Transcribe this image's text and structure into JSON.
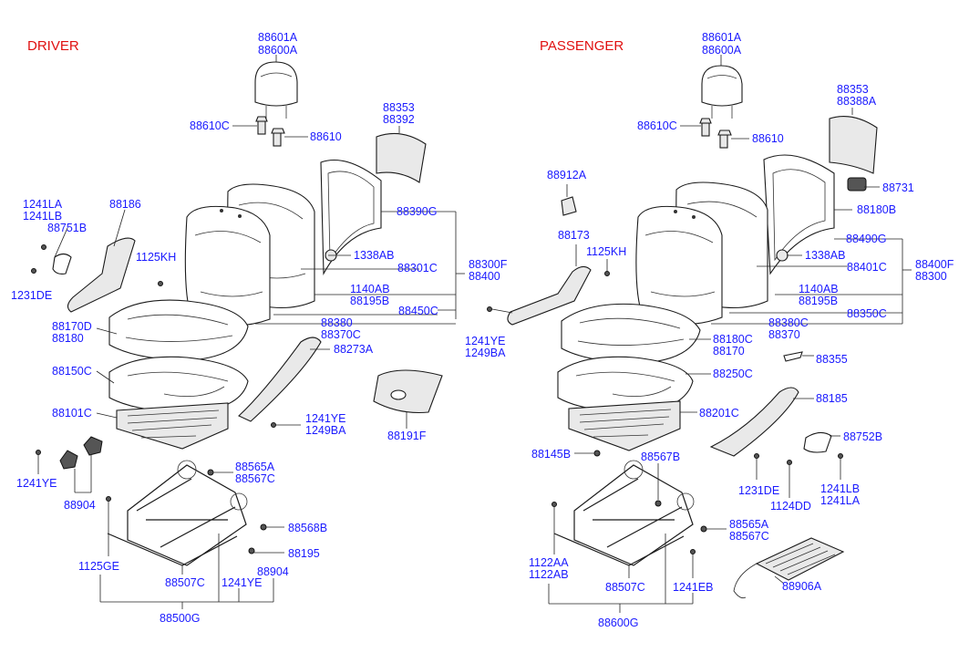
{
  "sections": {
    "driver": "DRIVER",
    "passenger": "PASSENGER"
  },
  "driver_labels": {
    "headrest_a": "88601A",
    "headrest_b": "88600A",
    "guide_c": "88610C",
    "guide": "88610",
    "back_board_a": "88353",
    "back_board_b": "88392",
    "bracket_1": "1241LA",
    "bracket_2": "1241LB",
    "cover_751": "88751B",
    "shield_186": "88186",
    "bolt_1125kh": "1125KH",
    "bolt_1231de": "1231DE",
    "back_frame_g": "88390G",
    "grommet": "1338AB",
    "back_assy_c": "88301C",
    "back_assy_f": "88300F",
    "back_assy": "88400",
    "bolt_1140": "1140AB",
    "bolt_88195b": "88195B",
    "pad_450": "88450C",
    "back_cover": "88380",
    "back_cover_c": "88370C",
    "cushion_d": "88170D",
    "cushion": "88180",
    "side_shield": "88273A",
    "cushion_pad": "88150C",
    "bolt_ye": "1241YE",
    "bolt_ba": "1249BA",
    "cushion_frame": "88101C",
    "mat": "88191F",
    "bolt_ye2": "1241YE",
    "knob": "88904",
    "lever_565": "88565A",
    "lever_567": "88567C",
    "clip_568": "88568B",
    "screw_195": "88195",
    "bolt_ge": "1125GE",
    "track": "88507C",
    "bolt_ye3": "1241YE",
    "knob2": "88904",
    "adjuster": "88500G"
  },
  "passenger_labels": {
    "headrest_a": "88601A",
    "headrest_b": "88600A",
    "guide_c": "88610C",
    "guide": "88610",
    "back_board_a": "88353",
    "back_board_b": "88388A",
    "cover_912": "88912A",
    "knob_731": "88731",
    "frame_180b": "88180B",
    "shield_173": "88173",
    "bolt_1125kh": "1125KH",
    "grommet": "1338AB",
    "back_frame_g": "88490G",
    "back_assy_c": "88401C",
    "back_assy_f": "88400F",
    "back_assy": "88300",
    "bolt_1140": "1140AB",
    "bolt_88195b": "88195B",
    "bolt_ye": "1241YE",
    "bolt_ba": "1249BA",
    "pad_350": "88350C",
    "back_cover_c": "88380C",
    "back_cover": "88370",
    "cushion_c": "88180C",
    "cushion": "88170",
    "lever_355": "88355",
    "cushion_pad": "88250C",
    "side_shield": "88185",
    "cushion_frame": "88201C",
    "cover_752": "88752B",
    "clip_145": "88145B",
    "lever_567b": "88567B",
    "bolt_1231de": "1231DE",
    "bolt_1124dd": "1124DD",
    "bolt_lb": "1241LB",
    "bolt_la": "1241LA",
    "bolt_aa": "1122AA",
    "bolt_ab": "1122AB",
    "lever_565": "88565A",
    "lever_567": "88567C",
    "heater": "88906A",
    "track": "88507C",
    "bolt_eb": "1241EB",
    "adjuster": "88600G"
  }
}
